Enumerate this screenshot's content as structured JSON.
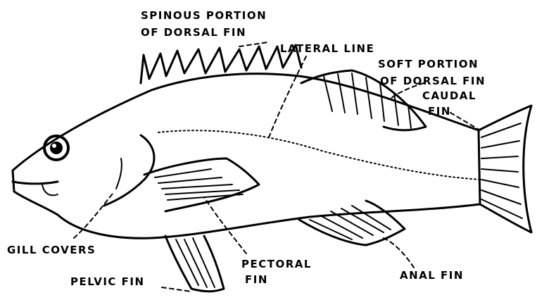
{
  "labels": {
    "spinous_line1": "SPINOUS PORTION",
    "spinous_line2": "OF DORSAL FIN",
    "lateral_line": "LATERAL LINE",
    "soft_line1": "SOFT PORTION",
    "soft_line2": "OF DORSAL FIN",
    "caudal_line1": "CAUDAL",
    "caudal_line2": "FIN",
    "gill_covers": "GILL COVERS",
    "pelvic_fin": "PELVIC FIN",
    "pectoral_line1": "PECTORAL",
    "pectoral_line2": "FIN",
    "anal_fin": "ANAL FIN"
  },
  "colors": {
    "ink": "#000000",
    "background": "#ffffff"
  }
}
